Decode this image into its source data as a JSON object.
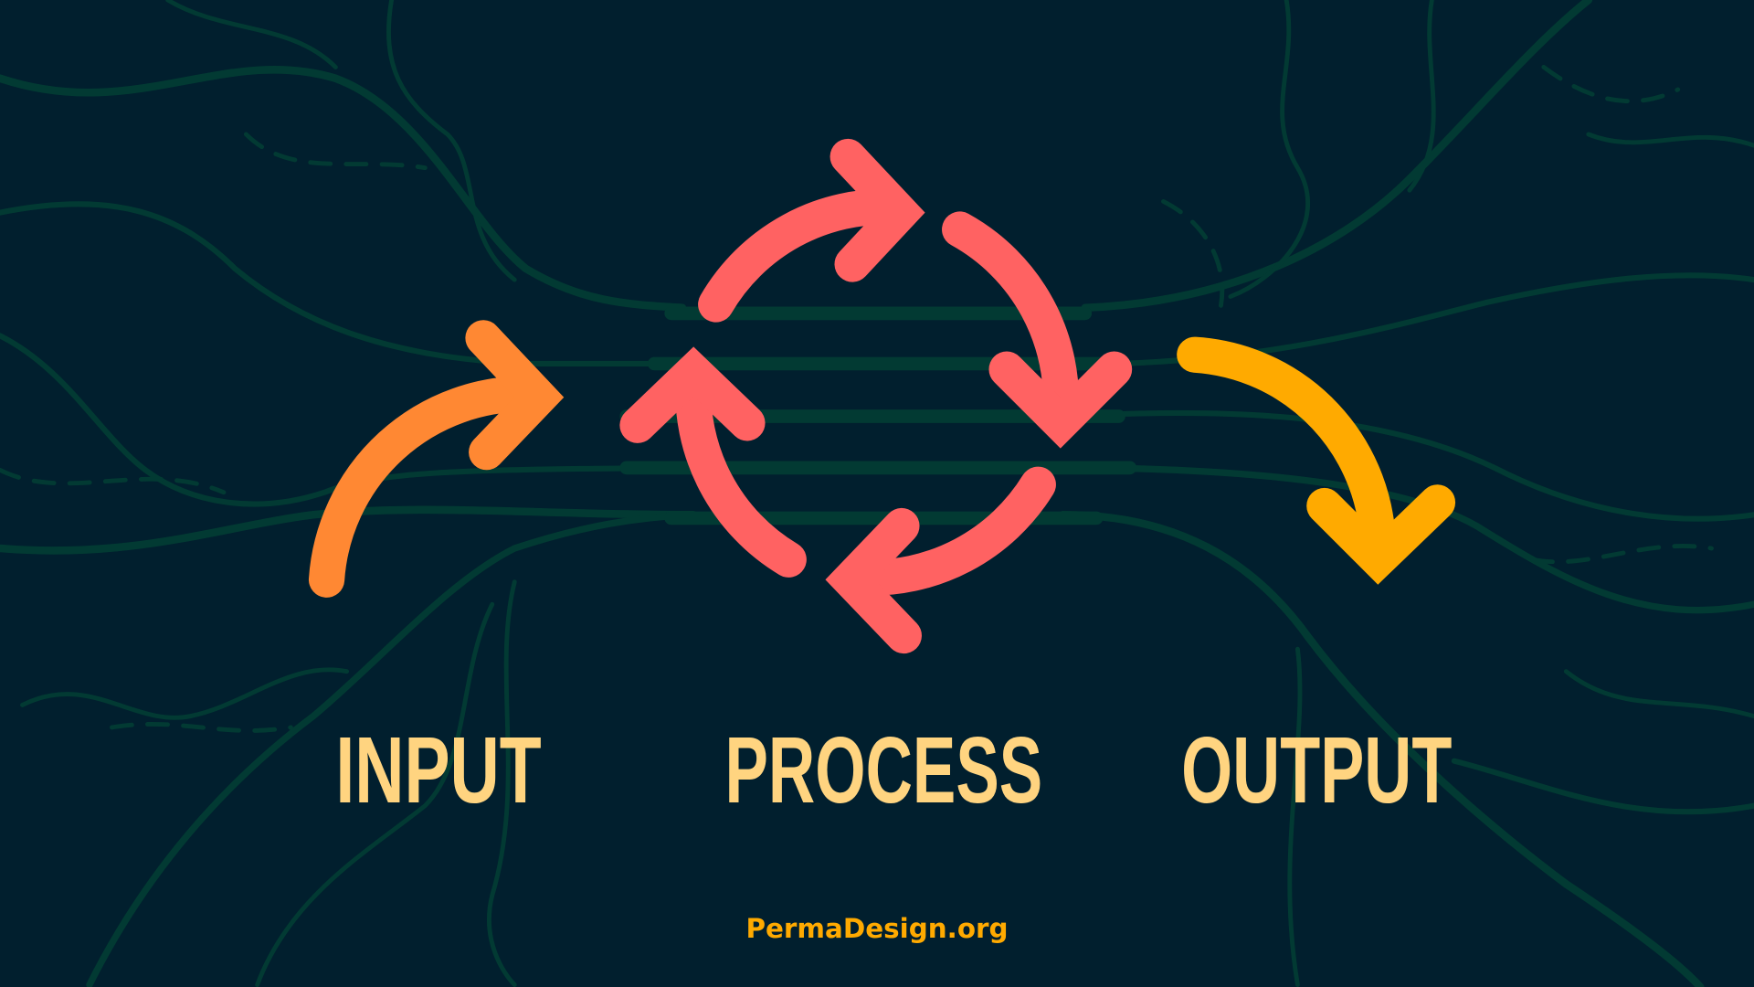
{
  "diagram": {
    "steps": [
      {
        "label": "INPUT",
        "arrow_color": "#ff8833",
        "icon": "curved-arrow-right"
      },
      {
        "label": "PROCESS",
        "arrow_color": "#ff6262",
        "icon": "cycle-arrows"
      },
      {
        "label": "OUTPUT",
        "arrow_color": "#ffaa00",
        "icon": "curved-arrow-down"
      }
    ],
    "credit": "PermaDesign.org"
  },
  "colors": {
    "background": "#011f2e",
    "roots": "#023a33",
    "label": "#ffd480",
    "credit": "#ffaa00"
  }
}
